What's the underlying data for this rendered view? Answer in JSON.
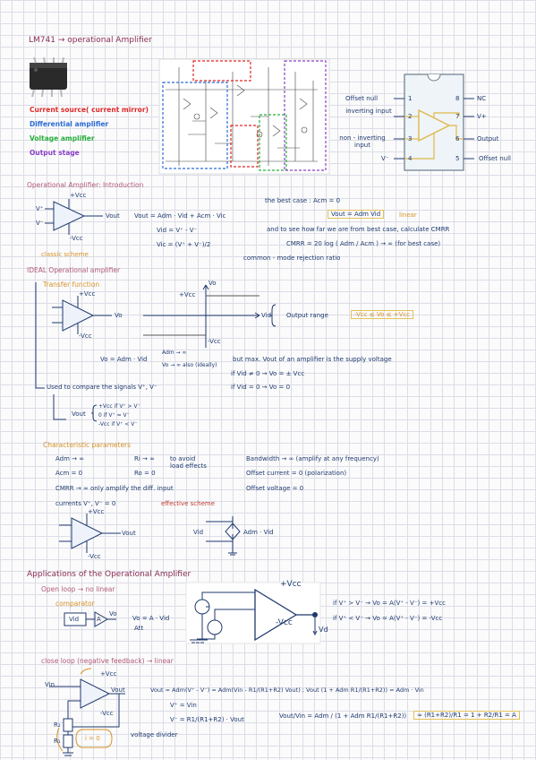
{
  "title": "LM741 → operational Amplifier",
  "legend": [
    {
      "text": "Current source( current mirror)",
      "color": "#e02828"
    },
    {
      "text": "Differential amplifier",
      "color": "#2b6cd6"
    },
    {
      "text": "Voltage amplifier",
      "color": "#27b03b"
    },
    {
      "text": "Output stage",
      "color": "#8a3fc8"
    }
  ],
  "pinout": {
    "left": [
      "Offset null",
      "inverting input",
      "non - inverting input",
      "V⁻"
    ],
    "left_nums": [
      "1",
      "2",
      "3",
      "4"
    ],
    "right": [
      "NC",
      "V+",
      "Output",
      "Offset null"
    ],
    "right_nums": [
      "8",
      "7",
      "6",
      "5"
    ]
  },
  "intro": {
    "heading": "Operational Amplifier: Introduction",
    "vplus": "V⁺",
    "vminus": "V⁻",
    "vcc": "+Vcc",
    "vee": "-Vcc",
    "vout": "Vout",
    "caption": "classic scheme",
    "eq1": "Vout = Adm · Vid + Acm · Vic",
    "eq2": "Vid = V⁺ - V⁻",
    "eq3": "Vic = (V⁺ + V⁻)/2",
    "best": "the best case : Acm = 0",
    "best_eq": "Vout = Adm Vid",
    "linear": "linear",
    "note": "and to see how far we are from best case, calculate CMRR",
    "cmrr": "CMRR = 20 log ( Adm / Acm ) → ∞ (for best case)",
    "cmrr_label": "common - mode rejection ratio"
  },
  "ideal": {
    "heading": "IDEAL Operational amplifier",
    "transfer": "Transfer function",
    "vcc": "+Vcc",
    "vee": "-Vcc",
    "vo": "Vo",
    "vid": "Vid",
    "range": "Output range",
    "range_eq": "-Vcc ≤ Vo ≤ +Vcc",
    "vo_eq": "Vo = Adm · Vid",
    "adm": "Adm → ∞",
    "vo_ideal": "Vo → ∞ also (ideally)",
    "but": "but max. Vout of an amplifier is the supply voltage",
    "if1": "if Vid ≠ 0 → Vo = ± Vcc",
    "if2": "if Vid = 0 → Vo = 0",
    "used": "Used to compare the signals V⁺, V⁻",
    "vout_cases": [
      "+Vcc   if V⁺ > V⁻",
      "0        if V⁺ = V⁻",
      "-Vcc   if V⁺ < V⁻"
    ],
    "vout": "Vout"
  },
  "char": {
    "heading": "Characteristic parameters",
    "items": [
      "Adm → ∞",
      "Acm = 0",
      "CMRR → ∞ only amplify the diff. input",
      "currents V⁺, V⁻ = 0"
    ],
    "ri": "Ri → ∞",
    "ro": "Ro = 0",
    "avoid": "to avoid load effects",
    "right": [
      "Bandwidth → ∞ (amplify at any frequency)",
      "Offset current = 0 (polarization)",
      "Offset voltage = 0"
    ],
    "effective": "effective scheme",
    "adm_vid": "Adm · Vid",
    "vid": "Vid"
  },
  "apps": {
    "heading": "Applications of the Operational Amplifier",
    "open": "Open loop → no linear",
    "comparator": "comparator",
    "vid": "Vid",
    "a": "A",
    "vo": "Vo",
    "vo_eq": "Vo = A · Vid",
    "att": "Att",
    "if1": "if V⁺ > V⁻ → Vo = A(V⁺ - V⁻) = +Vcc",
    "if2": "if V⁺ < V⁻ → Vo = A(V⁺ - V⁻) = -Vcc",
    "vcc": "+Vcc",
    "vee": "-Vcc",
    "vd": "Vd",
    "closed": "close loop (negative feedback) → linear",
    "vin": "Vin",
    "r1": "R₁",
    "r2": "R₂",
    "i": "i = 0",
    "eq1": "Vout = Adm(V⁺ - V⁻) = Adm(Vin - R1/(R1+R2) Vout) ; Vout (1 + Adm R1/(R1+R2)) = Adm · Vin",
    "eq2": "V⁺ = Vin",
    "eq3": "V⁻ = R1/(R1+R2) · Vout",
    "divider": "voltage divider",
    "gain": "Vout/Vin = Adm / (1 + Adm R1/(R1+R2))",
    "gain_result": "≈ (R1+R2)/R1 = 1 + R2/R1 = A"
  }
}
